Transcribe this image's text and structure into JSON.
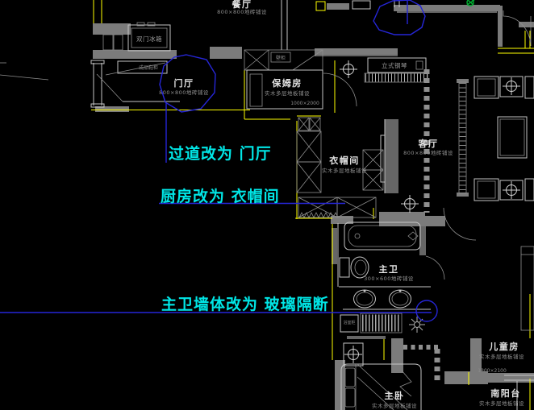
{
  "drawing": {
    "type": "interior-floor-plan-revision",
    "colors": {
      "background": "#000000",
      "wall_line_yellow": "#ffff00",
      "wall_fill_gray": "#7b7b7b",
      "furniture_line": "#c4c4c4",
      "annotation_cyan": "#00e6e6",
      "revision_blue": "#2626d8",
      "plant_green": "#00a62e"
    }
  },
  "rooms": {
    "dining": {
      "name": "餐厅",
      "finish": "800×800地砖铺设"
    },
    "foyer": {
      "name": "门厅",
      "finish": "800×800地砖铺设"
    },
    "nanny": {
      "name": "保姆房",
      "finish": "实木多层地板铺设",
      "dim": "1000×2000"
    },
    "living": {
      "name": "客厅",
      "finish": "800×800地砖铺设"
    },
    "cloak": {
      "name": "衣帽间",
      "finish": "实木多层地板铺设"
    },
    "bath": {
      "name": "主卫",
      "finish": "300×600地砖铺设"
    },
    "kids": {
      "name": "儿童房",
      "finish": "实木多层地板铺设",
      "dim": "1800×2100"
    },
    "balcony": {
      "name": "南阳台",
      "finish": "实木多层地板铺设"
    },
    "master": {
      "name": "主卧",
      "finish": "实木多层地板铺设"
    }
  },
  "furniture": {
    "fridge": "双门冰箱",
    "shoe_cabinet": "成品鞋柜",
    "wall_closet": "壁柜",
    "piano": "立式钢琴",
    "vanity": "浴室柜"
  },
  "annotations": {
    "a1": "过道改为 门厅",
    "a2": "厨房改为 衣帽间",
    "a3": "主卫墙体改为 玻璃隔断"
  }
}
